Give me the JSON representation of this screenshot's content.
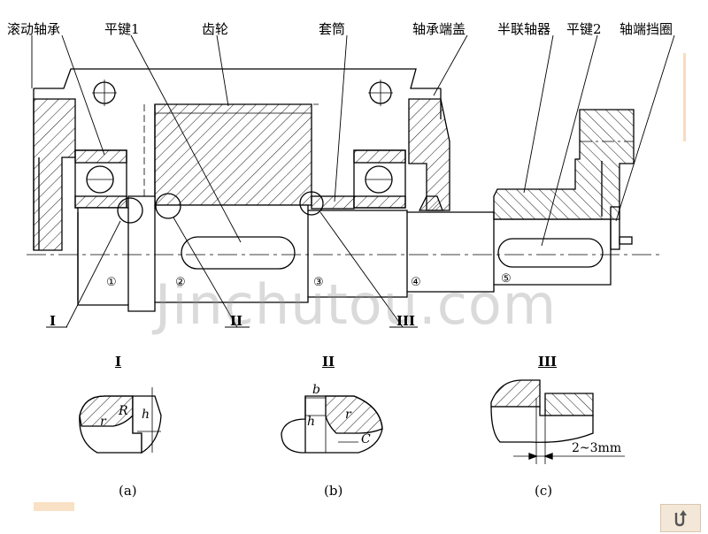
{
  "labels": {
    "rolling_bearing": "滚动轴承",
    "flat_key_1": "平键1",
    "gear": "齿轮",
    "sleeve": "套筒",
    "bearing_cover": "轴承端盖",
    "half_coupling": "半联轴器",
    "flat_key_2": "平键2",
    "shaft_end_ring": "轴端挡圈"
  },
  "section_numbers": [
    "①",
    "②",
    "③",
    "④",
    "⑤"
  ],
  "detail_markers": {
    "I": "I",
    "II": "II",
    "III": "III"
  },
  "details": {
    "a": {
      "title": "I",
      "caption": "(a)",
      "dims": {
        "r": "r",
        "R": "R",
        "h": "h"
      }
    },
    "b": {
      "title": "II",
      "caption": "(b)",
      "dims": {
        "b": "b",
        "h": "h",
        "r": "r",
        "C": "C"
      }
    },
    "c": {
      "title": "III",
      "caption": "(c)",
      "dims": {
        "gap": "2~3mm"
      }
    }
  },
  "watermark": "Jinchutou.com",
  "nav": {
    "icon": "return-arrow-icon"
  }
}
